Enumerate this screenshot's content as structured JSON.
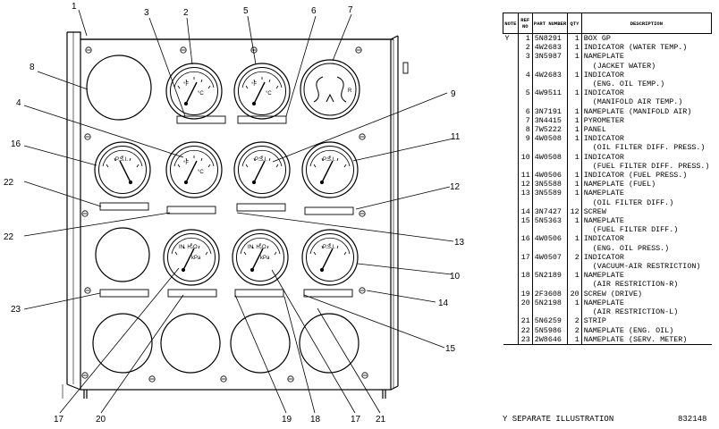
{
  "callouts": [
    "1",
    "2",
    "3",
    "4",
    "5",
    "6",
    "7",
    "8",
    "9",
    "10",
    "11",
    "12",
    "13",
    "14",
    "15",
    "16",
    "17",
    "17",
    "18",
    "19",
    "20",
    "21",
    "22",
    "22",
    "23"
  ],
  "gauges": {
    "psi": "P.S.I.",
    "temp_f": "°F",
    "temp_c": "°C",
    "water_in": "IN. H₂O",
    "kpa": "kPa",
    "pyro_r": "R"
  },
  "parts_table": {
    "headers": [
      "NOTE",
      "REF NO",
      "PART NUMBER",
      "QTY",
      "DESCRIPTION"
    ],
    "rows": [
      {
        "note": "Y",
        "ref": "1",
        "part": "5N8291",
        "qty": "1",
        "desc": "BOX GP"
      },
      {
        "note": "",
        "ref": "2",
        "part": "4W2683",
        "qty": "1",
        "desc": "INDICATOR (WATER TEMP.)"
      },
      {
        "note": "",
        "ref": "3",
        "part": "3N5987",
        "qty": "1",
        "desc": "NAMEPLATE"
      },
      {
        "note": "",
        "ref": "",
        "part": "",
        "qty": "",
        "desc": "  (JACKET WATER)"
      },
      {
        "note": "",
        "ref": "4",
        "part": "4W2683",
        "qty": "1",
        "desc": "INDICATOR"
      },
      {
        "note": "",
        "ref": "",
        "part": "",
        "qty": "",
        "desc": "  (ENG. OIL TEMP.)"
      },
      {
        "note": "",
        "ref": "5",
        "part": "4W9511",
        "qty": "1",
        "desc": "INDICATOR"
      },
      {
        "note": "",
        "ref": "",
        "part": "",
        "qty": "",
        "desc": "  (MANIFOLD AIR TEMP.)"
      },
      {
        "note": "",
        "ref": "6",
        "part": "3N7191",
        "qty": "1",
        "desc": "NAMEPLATE (MANIFOLD AIR)"
      },
      {
        "note": "",
        "ref": "7",
        "part": "3N4415",
        "qty": "1",
        "desc": "PYROMETER"
      },
      {
        "note": "",
        "ref": "8",
        "part": "7W5222",
        "qty": "1",
        "desc": "PANEL"
      },
      {
        "note": "",
        "ref": "9",
        "part": "4W0508",
        "qty": "1",
        "desc": "INDICATOR"
      },
      {
        "note": "",
        "ref": "",
        "part": "",
        "qty": "",
        "desc": "  (OIL FILTER DIFF. PRESS.)"
      },
      {
        "note": "",
        "ref": "10",
        "part": "4W0508",
        "qty": "1",
        "desc": "INDICATOR"
      },
      {
        "note": "",
        "ref": "",
        "part": "",
        "qty": "",
        "desc": "  (FUEL FILTER DIFF. PRESS.)"
      },
      {
        "note": "",
        "ref": "11",
        "part": "4W0506",
        "qty": "1",
        "desc": "INDICATOR (FUEL PRESS.)"
      },
      {
        "note": "",
        "ref": "12",
        "part": "3N5588",
        "qty": "1",
        "desc": "NAMEPLATE (FUEL)"
      },
      {
        "note": "",
        "ref": "13",
        "part": "3N5589",
        "qty": "1",
        "desc": "NAMEPLATE"
      },
      {
        "note": "",
        "ref": "",
        "part": "",
        "qty": "",
        "desc": "  (OIL FILTER DIFF.)"
      },
      {
        "note": "",
        "ref": "14",
        "part": "3N7427",
        "qty": "12",
        "desc": "SCREW"
      },
      {
        "note": "",
        "ref": "15",
        "part": "5N5363",
        "qty": "1",
        "desc": "NAMEPLATE"
      },
      {
        "note": "",
        "ref": "",
        "part": "",
        "qty": "",
        "desc": "  (FUEL FILTER DIFF.)"
      },
      {
        "note": "",
        "ref": "16",
        "part": "4W0506",
        "qty": "1",
        "desc": "INDICATOR"
      },
      {
        "note": "",
        "ref": "",
        "part": "",
        "qty": "",
        "desc": "  (ENG. OIL PRESS.)"
      },
      {
        "note": "",
        "ref": "17",
        "part": "4W0507",
        "qty": "2",
        "desc": "INDICATOR"
      },
      {
        "note": "",
        "ref": "",
        "part": "",
        "qty": "",
        "desc": "  (VACUUM-AIR RESTRICTION)"
      },
      {
        "note": "",
        "ref": "18",
        "part": "5N2189",
        "qty": "1",
        "desc": "NAMEPLATE"
      },
      {
        "note": "",
        "ref": "",
        "part": "",
        "qty": "",
        "desc": "  (AIR RESTRICTION-R)"
      },
      {
        "note": "",
        "ref": "19",
        "part": "2F3608",
        "qty": "20",
        "desc": "SCREW (DRIVE)"
      },
      {
        "note": "",
        "ref": "20",
        "part": "5N2198",
        "qty": "1",
        "desc": "NAMEPLATE"
      },
      {
        "note": "",
        "ref": "",
        "part": "",
        "qty": "",
        "desc": "  (AIR RESTRICTION-L)"
      },
      {
        "note": "",
        "ref": "21",
        "part": "5N6259",
        "qty": "2",
        "desc": "STRIP"
      },
      {
        "note": "",
        "ref": "22",
        "part": "5N5986",
        "qty": "2",
        "desc": "NAMEPLATE (ENG. OIL)"
      },
      {
        "note": "",
        "ref": "23",
        "part": "2W8646",
        "qty": "1",
        "desc": "NAMEPLATE (SERV. METER)"
      }
    ]
  },
  "footer": {
    "legend": "Y  SEPARATE ILLUSTRATION",
    "figure_number": "832148"
  }
}
